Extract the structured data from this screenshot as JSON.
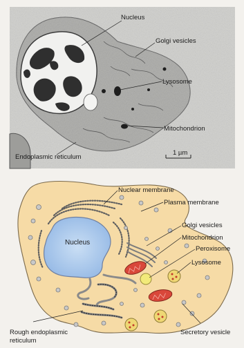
{
  "micrograph": {
    "labels": {
      "nucleus": "Nucleus",
      "golgi": "Golgi vesicles",
      "lysosome": "Lysosome",
      "mitochondrion": "Mitochondrion",
      "er": "Endoplasmic reticulum",
      "scale": "1 µm"
    }
  },
  "diagram": {
    "labels": {
      "nuclear_membrane": "Nuclear membrane",
      "plasma_membrane": "Plasma membrane",
      "golgi": "Golgi vesicles",
      "mitochondrion": "Mitochondrion",
      "peroxisome": "Peroxisome",
      "lysosome": "Lysosome",
      "nucleus": "Nucleus",
      "rough_er_1": "Rough endoplasmic",
      "rough_er_2": "reticulum",
      "secretory": "Secretory vesicle"
    },
    "colors": {
      "cytoplasm": "#f6dba6",
      "nucleus": "#a9c8ec",
      "mitochondrion": "#d9473a",
      "peroxisome": "#f2ea7a",
      "lysosome": "#efd774",
      "vesicle": "#c8c8c8"
    }
  }
}
